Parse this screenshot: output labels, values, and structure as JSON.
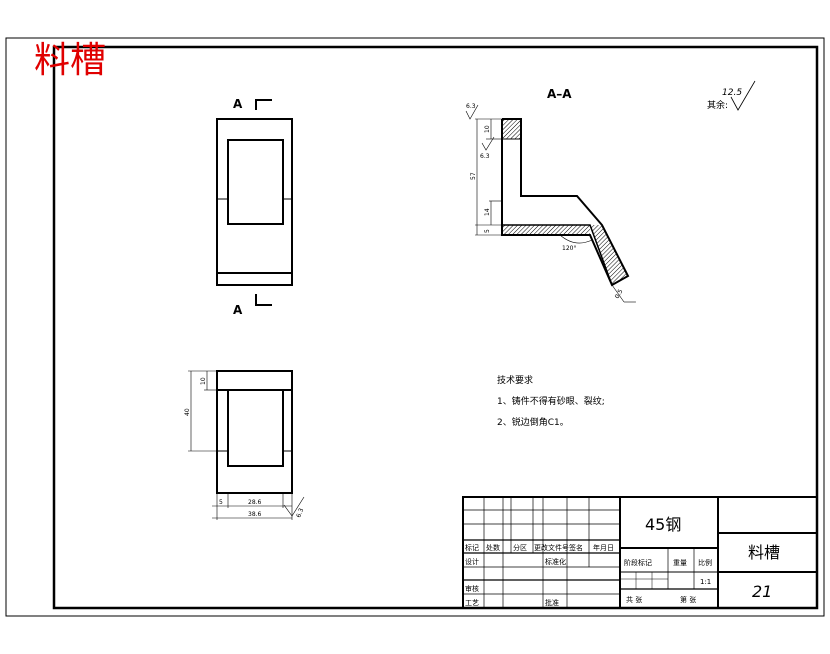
{
  "page_title": "料槽",
  "views": {
    "top": {
      "section_mark_top": "A",
      "section_mark_bottom": "A"
    },
    "front": {
      "dims": {
        "height_total": "40",
        "height_top": "10",
        "width_inner": "28.6",
        "width_total": "38.6",
        "offset_left": "5",
        "roughness": "6.3"
      }
    },
    "section": {
      "title": "A–A",
      "dims": {
        "roughness_top": "6.3",
        "roughness_mid": "6.3",
        "d10": "10",
        "d57": "57",
        "d14": "14",
        "d5": "5",
        "angle": "120°",
        "d0_5": "0.5"
      }
    }
  },
  "roughness_note": {
    "value": "12.5",
    "label": "其余:"
  },
  "tech_requirements": {
    "title": "技术要求",
    "items": [
      "1、铸件不得有砂眼、裂纹;",
      "2、锐边倒角C1。"
    ]
  },
  "title_block": {
    "material": "45钢",
    "part_name": "料槽",
    "drawing_number": "21",
    "scale": "1:1",
    "headers": [
      "标记",
      "处数",
      "分区",
      "更改文件号",
      "签名",
      "年月日"
    ],
    "row_design": "设计",
    "row_standard": "标准化",
    "row_review": "审核",
    "row_process": "工艺",
    "row_approve": "批准",
    "stage_label": "阶段标记",
    "weight_label": "重量",
    "scale_label": "比例",
    "total_sheets": "共 张",
    "sheet_no": "第 张"
  }
}
